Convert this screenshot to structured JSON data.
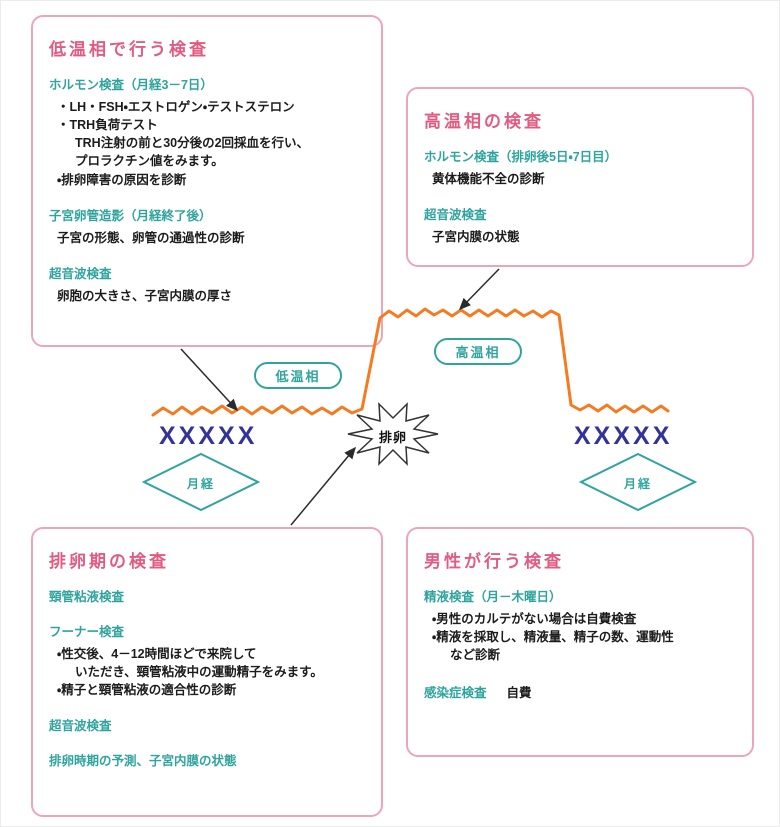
{
  "colors": {
    "box_border": "#eba6ba",
    "title": "#e25c82",
    "heading": "#2fa49e",
    "body": "#1c1c1c",
    "curve": "#f57b20",
    "xxxxx": "#32329b",
    "label": "#2fa49e",
    "arrow": "#2b2b2b"
  },
  "boxes": {
    "low": {
      "title": "低温相で行う検査",
      "sections": [
        {
          "heading": "ホルモン検査（月経3－7日）",
          "lines": [
            "・LH・FSH・エストロゲン・テストステロン",
            "・TRH負荷テスト",
            "TRH注射の前と30分後の2回採血を行い、",
            "プロラクチン値をみます。",
            "・排卵障害の原因を診断"
          ]
        },
        {
          "heading": "子宮卵管造影（月経終了後）",
          "lines": [
            "子宮の形態、卵管の通過性の診断"
          ]
        },
        {
          "heading": "超音波検査",
          "lines": [
            "卵胞の大きさ、子宮内膜の厚さ"
          ]
        }
      ]
    },
    "high": {
      "title": "高温相の検査",
      "sections": [
        {
          "heading": "ホルモン検査（排卵後5日・7日目）",
          "lines": [
            "黄体機能不全の診断"
          ]
        },
        {
          "heading": "超音波検査",
          "lines": [
            "子宮内膜の状態"
          ]
        }
      ]
    },
    "ovulation": {
      "title": "排卵期の検査",
      "sections": [
        {
          "heading": "頸管粘液検査",
          "lines": []
        },
        {
          "heading": "フーナー検査",
          "lines": [
            "・性交後、4－12時間ほどで来院して",
            "いただき、頸管粘液中の運動精子をみます。",
            "・精子と頸管粘液の適合性の診断"
          ]
        },
        {
          "heading": "超音波検査",
          "lines": []
        },
        {
          "heading": "排卵時期の予測、子宮内膜の状態",
          "lines": []
        }
      ]
    },
    "male": {
      "title": "男性が行う検査",
      "sections": [
        {
          "heading": "精液検査（月－木曜日）",
          "lines": [
            "・男性のカルテがない場合は自費検査",
            "・精液を採取し、精液量、精子の数、運動性",
            "など診断"
          ]
        },
        {
          "heading": "感染症検査",
          "suffix": "自費",
          "lines": []
        }
      ]
    }
  },
  "diagram": {
    "low_phase_label": "低温相",
    "high_phase_label": "高温相",
    "ovulation_label": "排卵",
    "menses_left": "月経",
    "menses_right": "月経",
    "x_left": "XXXXX",
    "x_right": "XXXXX"
  }
}
